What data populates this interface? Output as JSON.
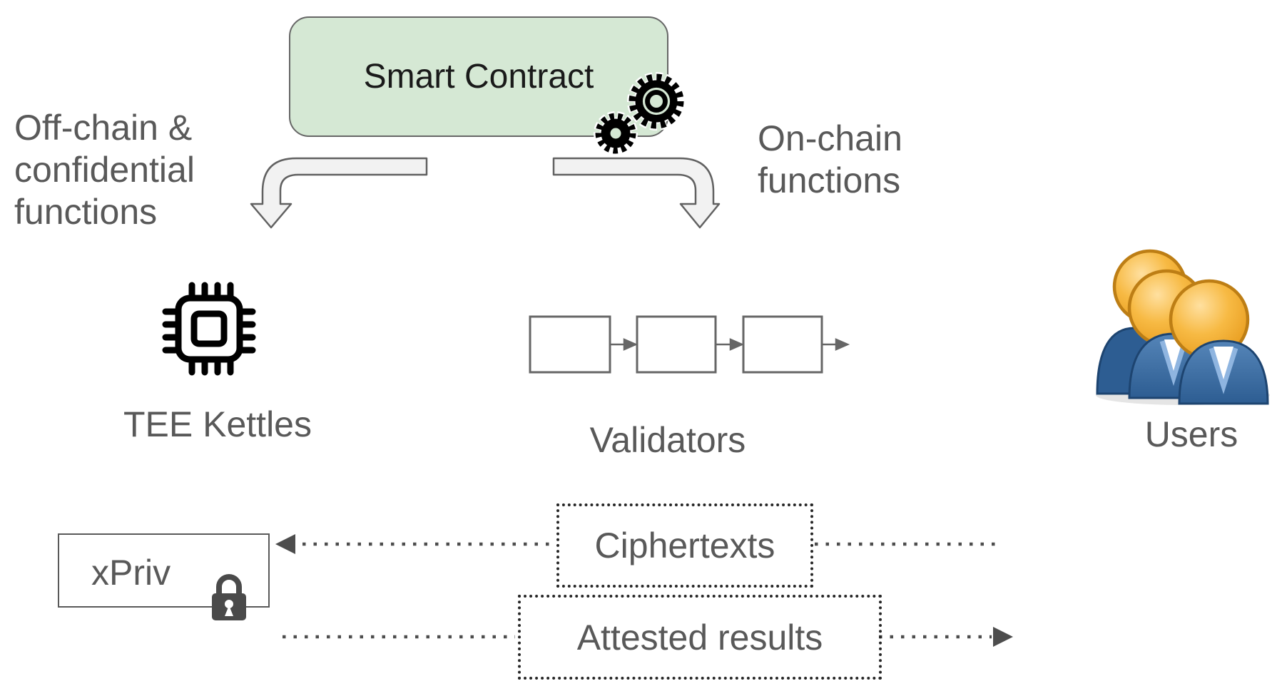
{
  "figure": {
    "type": "smart-contract-architecture-diagram",
    "background": "#ffffff"
  },
  "nodes": {
    "smart_contract": "Smart Contract",
    "tee_kettles": "TEE Kettles",
    "validators": "Validators",
    "users": "Users",
    "xpriv": "xPriv"
  },
  "branch_labels": {
    "offchain": "Off-chain &\nconfidential\nfunctions",
    "onchain": "On-chain\nfunctions"
  },
  "flows": {
    "ciphertexts": "Ciphertexts",
    "attested_results": "Attested results"
  },
  "icons": {
    "smart_contract_decoration": "gears-icon",
    "tee_kettles": "cpu-chip-icon",
    "validators": "blockchain-blocks-icon",
    "users": "users-group-icon",
    "xpriv": "padlock-icon",
    "branches": "curved-down-arrow",
    "messages": "dotted-arrow"
  },
  "colors": {
    "contract_fill": "#d5e8d4",
    "contract_border": "#666666",
    "label_gray": "#595959",
    "arrow_fill": "#f2f2f2",
    "arrow_stroke": "#616161",
    "dotted_stroke": "#4d4d4d",
    "dotted_box_border": "#262626",
    "icon_black": "#000000",
    "lock_gray": "#4a4a4a",
    "users_orange": "#f0a82e",
    "users_blue": "#3a699e"
  }
}
